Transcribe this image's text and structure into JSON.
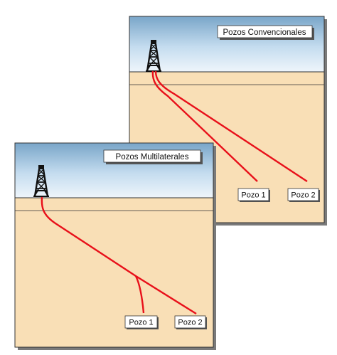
{
  "conventional": {
    "title": "Pozos Convencionales",
    "well_1_label": "Pozo 1",
    "well_2_label": "Pozo 2"
  },
  "multilateral": {
    "title": "Pozos Multilaterales",
    "well_1_label": "Pozo 1",
    "well_2_label": "Pozo 2"
  },
  "colors": {
    "sky_top": "#7aa6c9",
    "sky_bottom": "#eaf3fa",
    "ground": "#f9dfb6",
    "well_path": "#e8101a",
    "rig": "#111111",
    "outline": "#333333"
  }
}
